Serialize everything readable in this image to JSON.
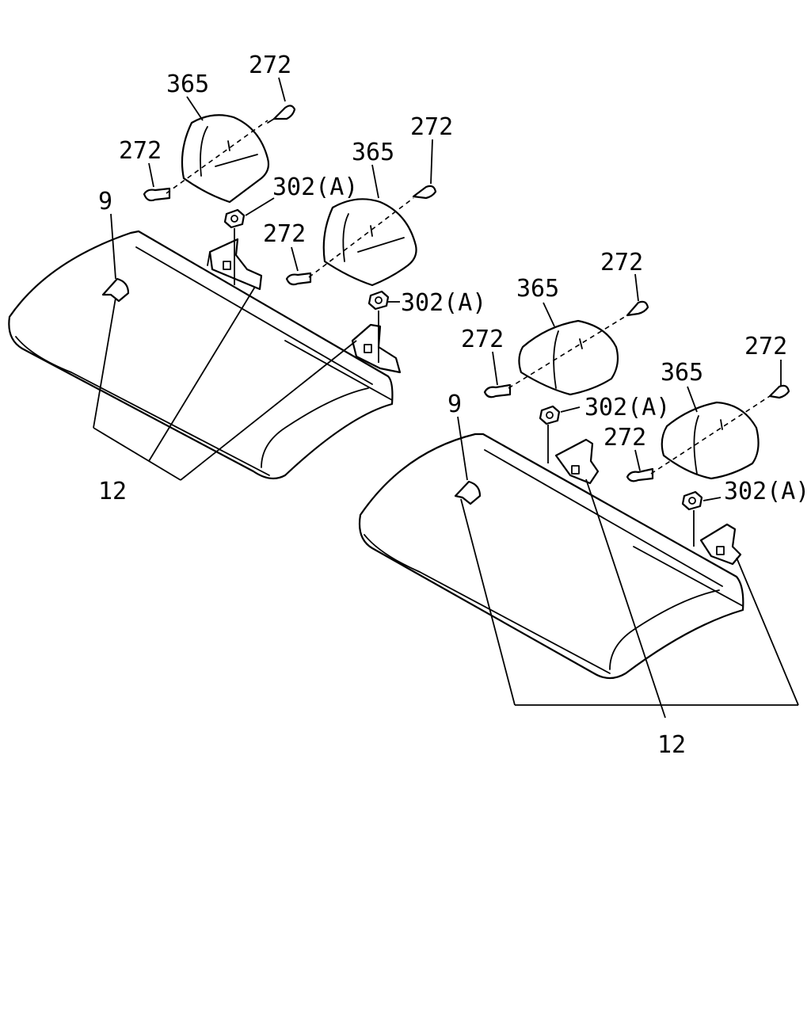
{
  "callouts": {
    "label_9": "9",
    "label_12": "12",
    "label_272": "272",
    "label_302a": "302(A)",
    "label_365": "365"
  }
}
